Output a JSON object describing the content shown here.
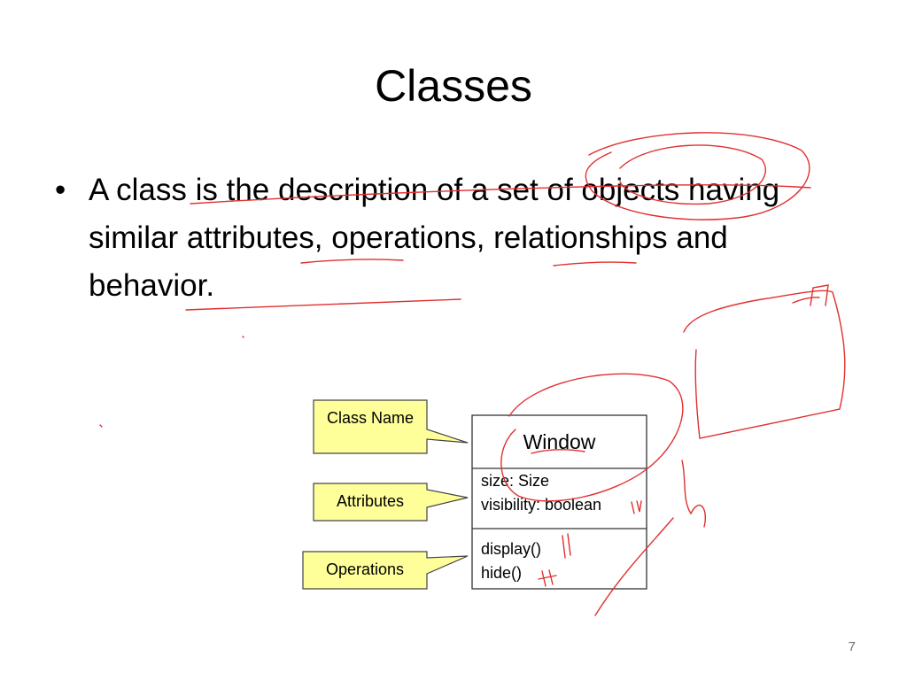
{
  "slide": {
    "title": "Classes",
    "bullet": "A class is the description of a set of objects having similar attributes, operations, relationships and behavior.",
    "page_number": "7"
  },
  "diagram": {
    "callouts": [
      {
        "label": "Class Name"
      },
      {
        "label": "Attributes"
      },
      {
        "label": "Operations"
      }
    ],
    "uml_class": {
      "name": "Window",
      "attributes": [
        "size: Size",
        "visibility: boolean"
      ],
      "operations": [
        "display()",
        "hide()"
      ]
    }
  },
  "colors": {
    "callout_fill": "#ffff99",
    "ink": "#e03030",
    "text": "#000000",
    "page_number": "#707070"
  }
}
